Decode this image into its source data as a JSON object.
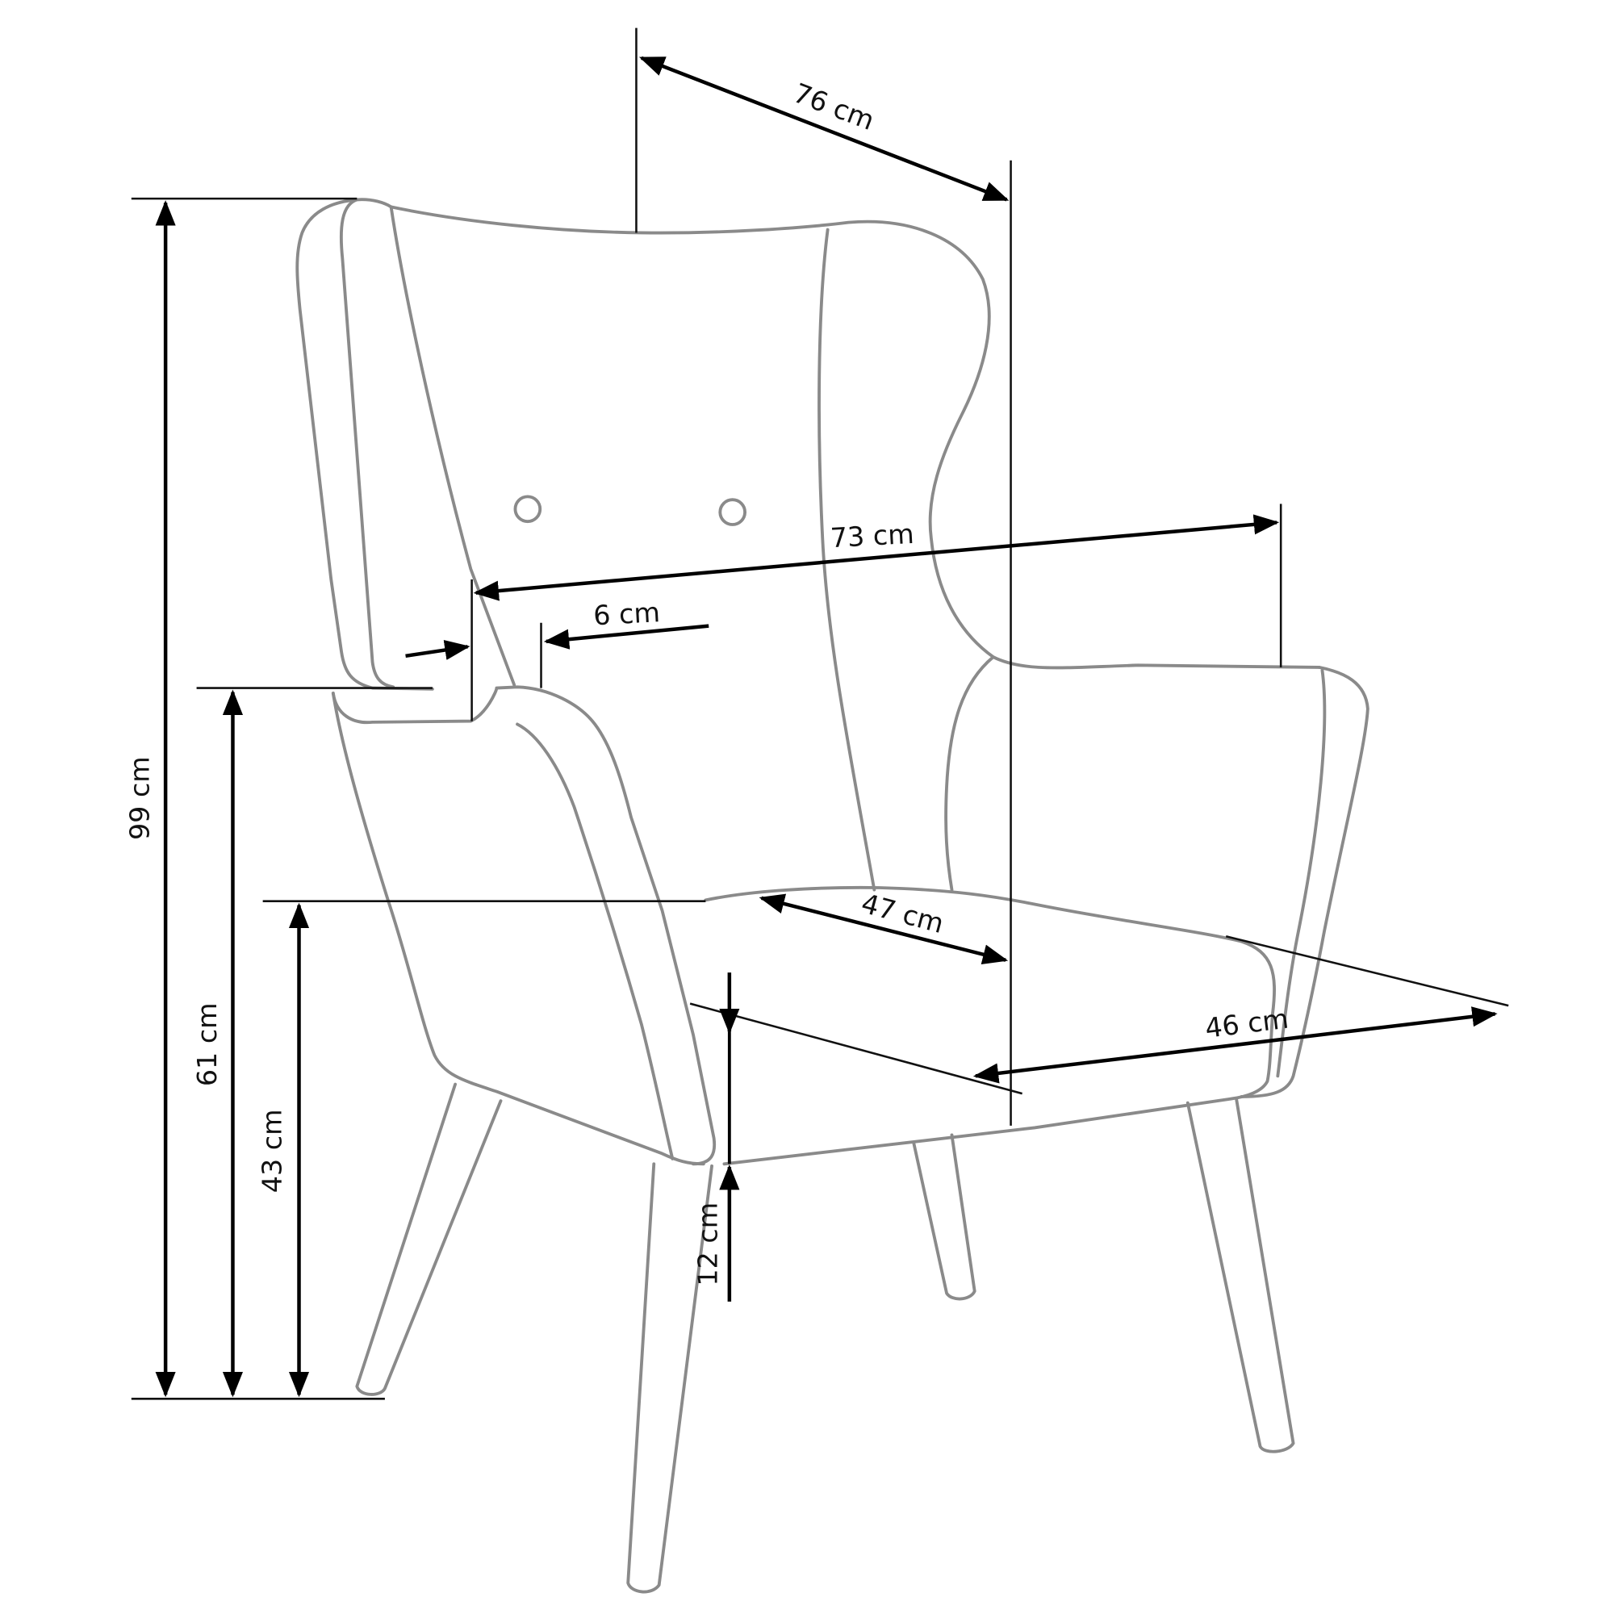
{
  "diagram": {
    "subject": "Wingback armchair dimension drawing",
    "colors": {
      "outline": "#8a8a8a",
      "dimension": "#000000",
      "background": "#ffffff"
    },
    "dimensions": {
      "depth_overall": "76 cm",
      "width_overall": "73 cm",
      "armrest_width": "6 cm",
      "seat_depth": "47 cm",
      "seat_width": "46 cm",
      "height_overall": "99 cm",
      "armrest_height": "61 cm",
      "seat_height": "43 cm",
      "seat_thickness_clearance": "12 cm"
    },
    "parts": [
      "backrest",
      "left-wing",
      "right-wing",
      "left-armrest",
      "right-armrest",
      "seat-cushion",
      "front-left-leg",
      "front-right-leg",
      "back-left-leg",
      "back-right-leg",
      "tufted-button-left",
      "tufted-button-right"
    ]
  }
}
